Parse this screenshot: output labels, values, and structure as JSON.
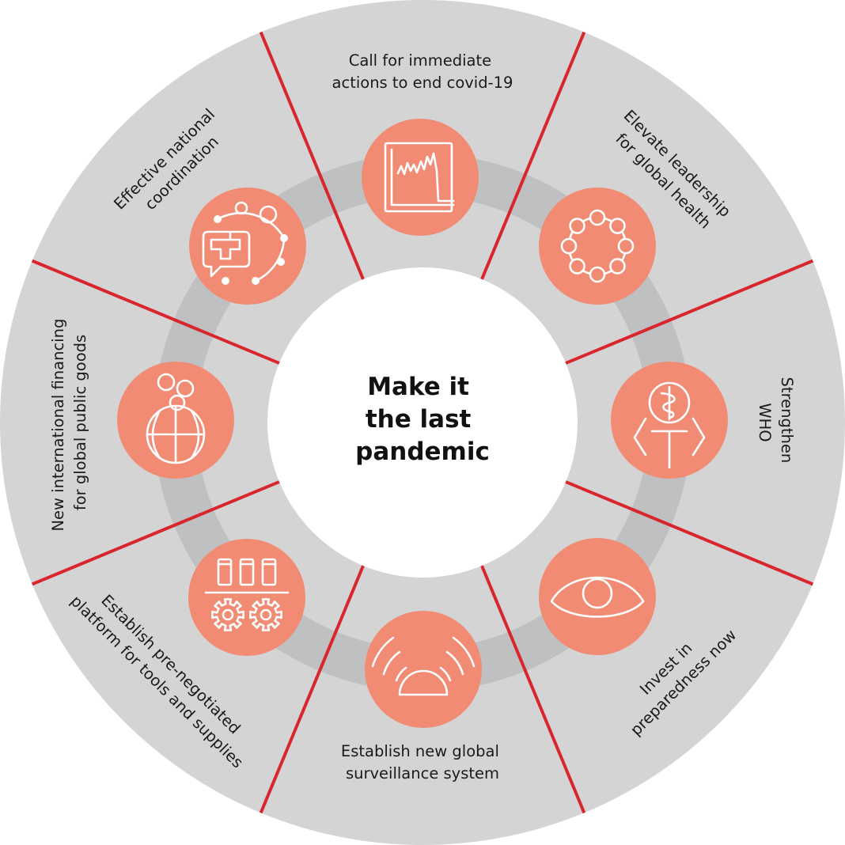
{
  "center": {
    "lines": [
      "Make it",
      "the last",
      "pandemic"
    ]
  },
  "segments": [
    {
      "label_lines": [
        "Call for immediate",
        "actions to end covid-19"
      ],
      "icon": "chart-trend-icon"
    },
    {
      "label_lines": [
        "Elevate leadership",
        "for global health"
      ],
      "icon": "circle-of-people-icon"
    },
    {
      "label_lines": [
        "Strengthen",
        "WHO"
      ],
      "icon": "who-emblem-icon"
    },
    {
      "label_lines": [
        "Invest in",
        "preparedness now"
      ],
      "icon": "eye-icon"
    },
    {
      "label_lines": [
        "Establish new global",
        "surveillance system"
      ],
      "icon": "radar-signal-icon"
    },
    {
      "label_lines": [
        "Establish pre-negotiated",
        "platform for tools and supplies"
      ],
      "icon": "vials-gears-icon"
    },
    {
      "label_lines": [
        "New international financing",
        "for global public goods"
      ],
      "icon": "globe-people-icon"
    },
    {
      "label_lines": [
        "Effective national",
        "coordination"
      ],
      "icon": "medical-network-icon"
    }
  ],
  "colors": {
    "outer_ring": "#d4d4d5",
    "inner_band": "#bfc0c2",
    "divider": "#d9262c",
    "icon_circle": "#f28b73",
    "center": "#ffffff",
    "text": "#1a1a1a"
  }
}
